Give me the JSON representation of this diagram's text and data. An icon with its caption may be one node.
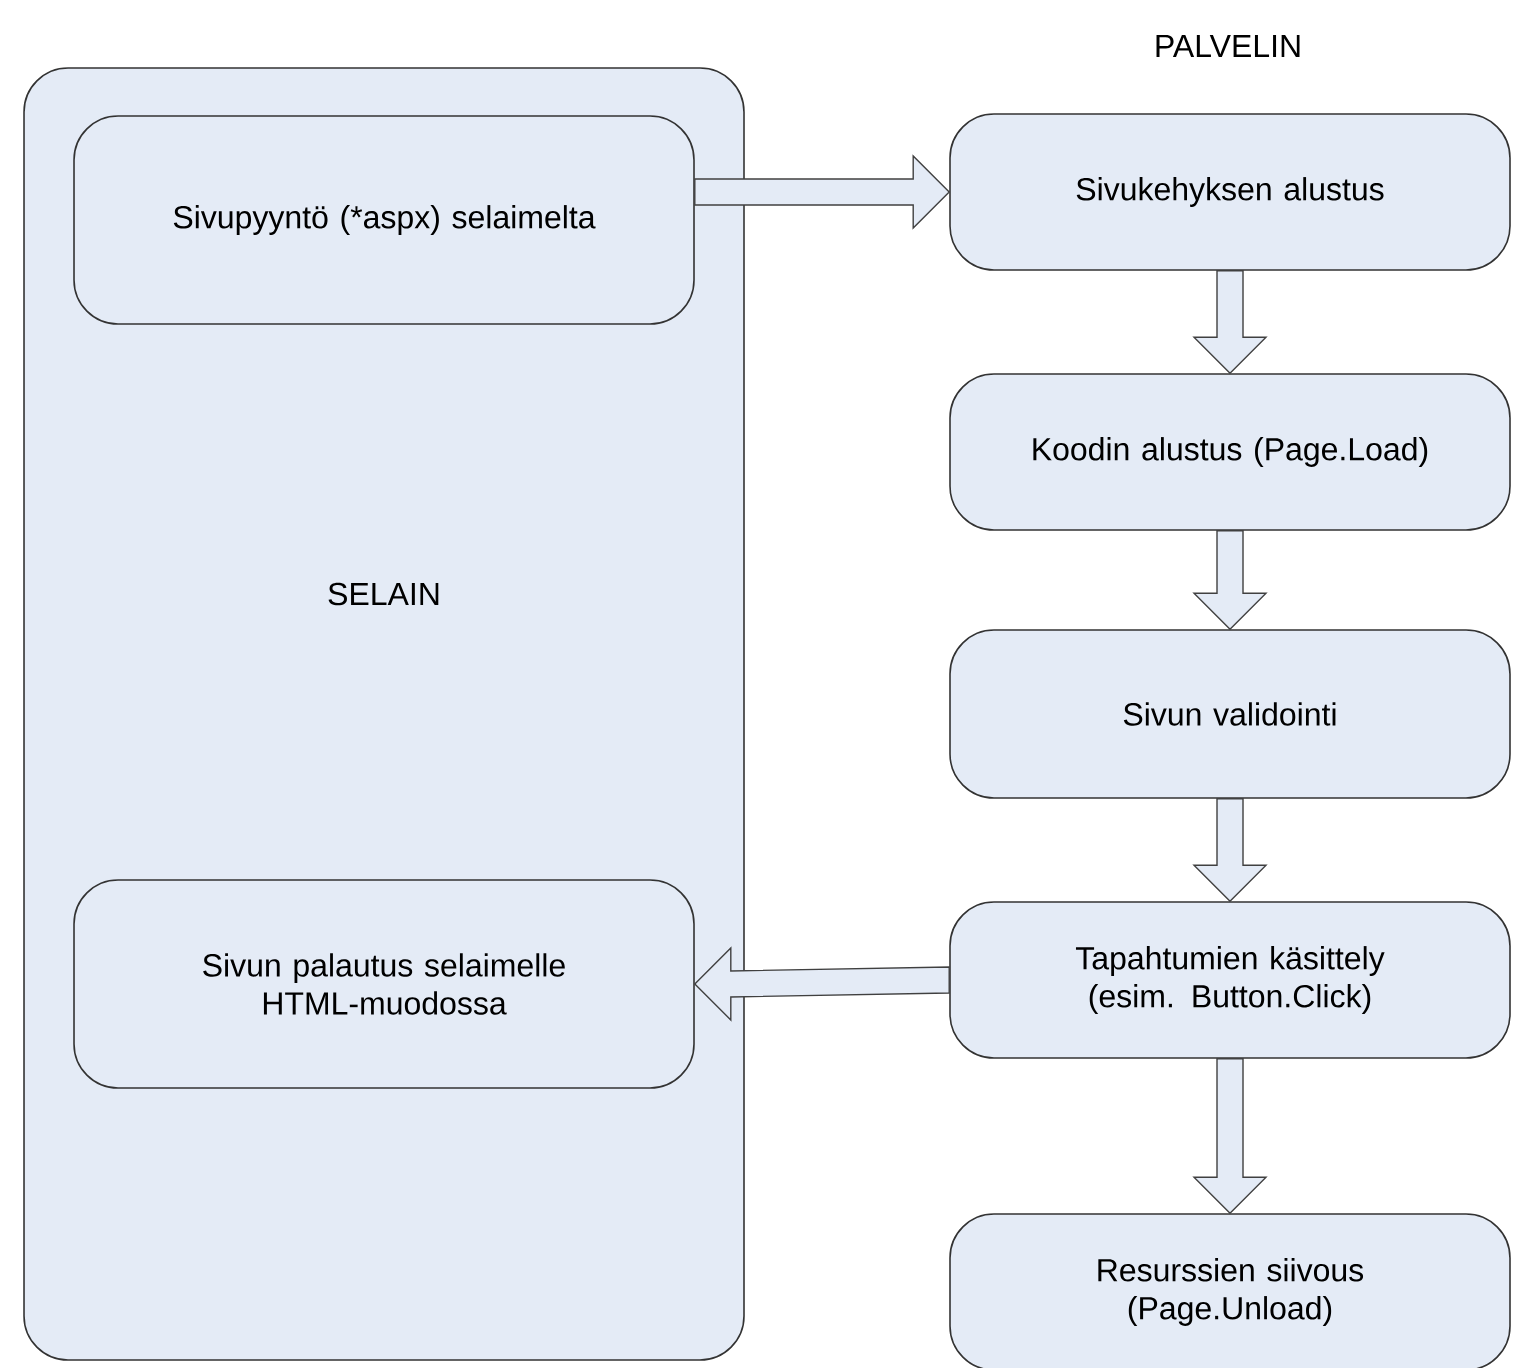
{
  "diagram": {
    "nodes": [
      {
        "text": [
          "SELAIN"
        ]
      },
      {
        "text": [
          "Sivupyyntö (*aspx) selaimelta"
        ],
        "in": 0
      },
      {
        "text": [
          "Sivun palautus selaimelle HTML-muodossa"
        ],
        "in": 0
      },
      {
        "text": [
          "Sivukehyksen alustus"
        ]
      },
      {
        "text": [
          "Koodin alustus (Page.Load)"
        ]
      },
      {
        "text": [
          "Sivun validointi"
        ]
      },
      {
        "text": [
          "Tapahtumien käsittely (esim. Button.Click)"
        ]
      },
      {
        "text": [
          "Resurssien siivous (Page.Unload)"
        ]
      }
    ],
    "edges": [
      {
        "from": 1,
        "to": 3,
        "arrow": "to"
      },
      {
        "from": 3,
        "to": 4,
        "arrow": "to"
      },
      {
        "from": 4,
        "to": 5,
        "arrow": "to"
      },
      {
        "from": 5,
        "to": 6,
        "arrow": "to"
      },
      {
        "from": 6,
        "to": 2,
        "arrow": "to"
      },
      {
        "from": 6,
        "to": 7,
        "arrow": "to"
      }
    ],
    "labels": [
      "PALVELIN"
    ]
  }
}
